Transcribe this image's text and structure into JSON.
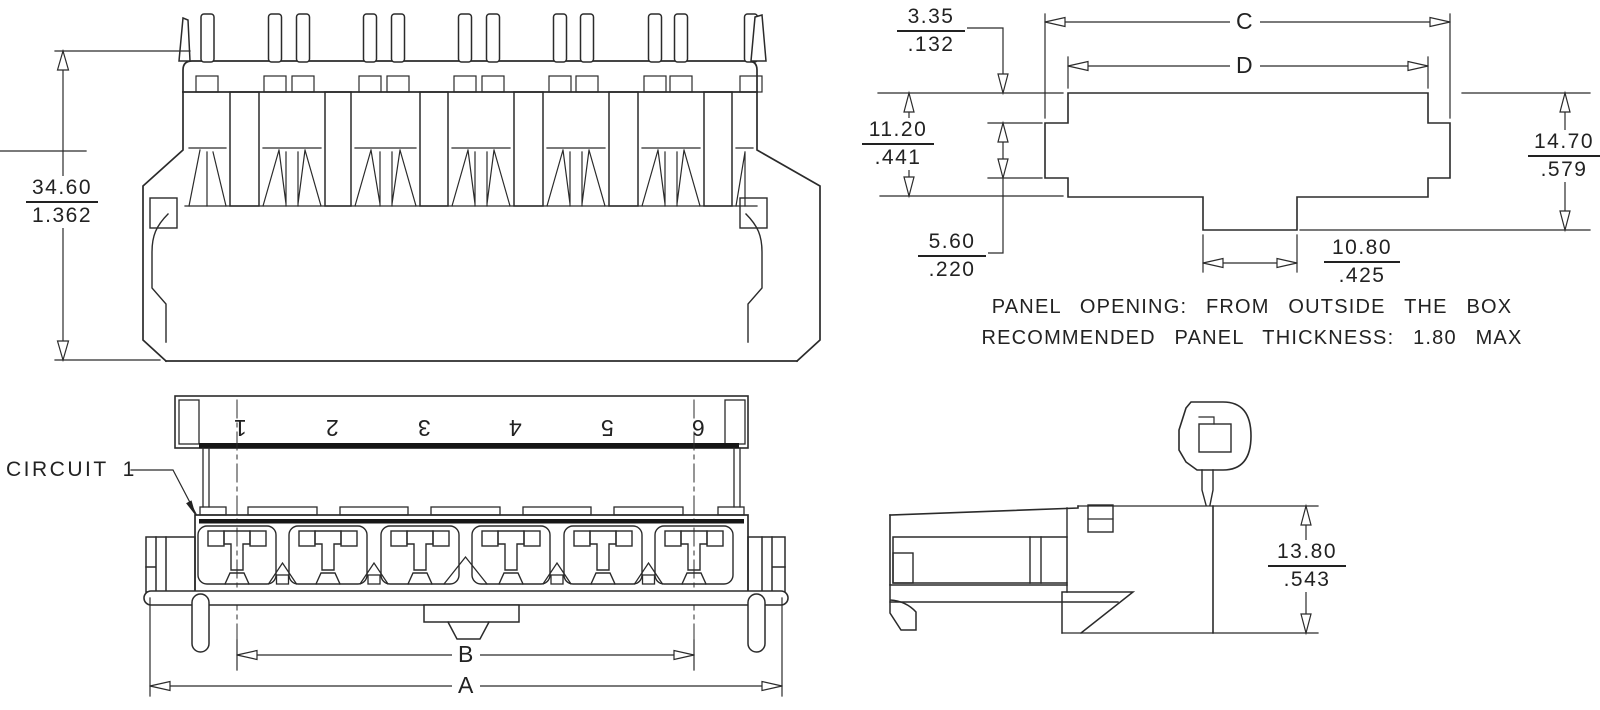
{
  "colors": {
    "line": "#2b2b2b",
    "background": "#ffffff"
  },
  "views": {
    "front": {
      "height_dim": {
        "mm": "34.60",
        "inch": "1.362"
      }
    },
    "panel": {
      "width_c": "C",
      "width_d": "D",
      "offset_dim": {
        "mm": "3.35",
        "inch": ".132"
      },
      "opening_height_dim": {
        "mm": "11.20",
        "inch": ".441"
      },
      "notch_dim": {
        "mm": "5.60",
        "inch": ".220"
      },
      "total_height_dim": {
        "mm": "14.70",
        "inch": ".579"
      },
      "tab_width_dim": {
        "mm": "10.80",
        "inch": ".425"
      },
      "note1": "PANEL OPENING: FROM OUTSIDE THE BOX",
      "note2": "RECOMMENDED PANEL THICKNESS: 1.80 MAX"
    },
    "bottom": {
      "circuit_callout": "CIRCUIT 1",
      "circuit_numbers": [
        "1",
        "2",
        "3",
        "4",
        "5",
        "6"
      ],
      "pitch_b": "B",
      "width_a": "A"
    },
    "side": {
      "height_dim": {
        "mm": "13.80",
        "inch": ".543"
      }
    }
  }
}
